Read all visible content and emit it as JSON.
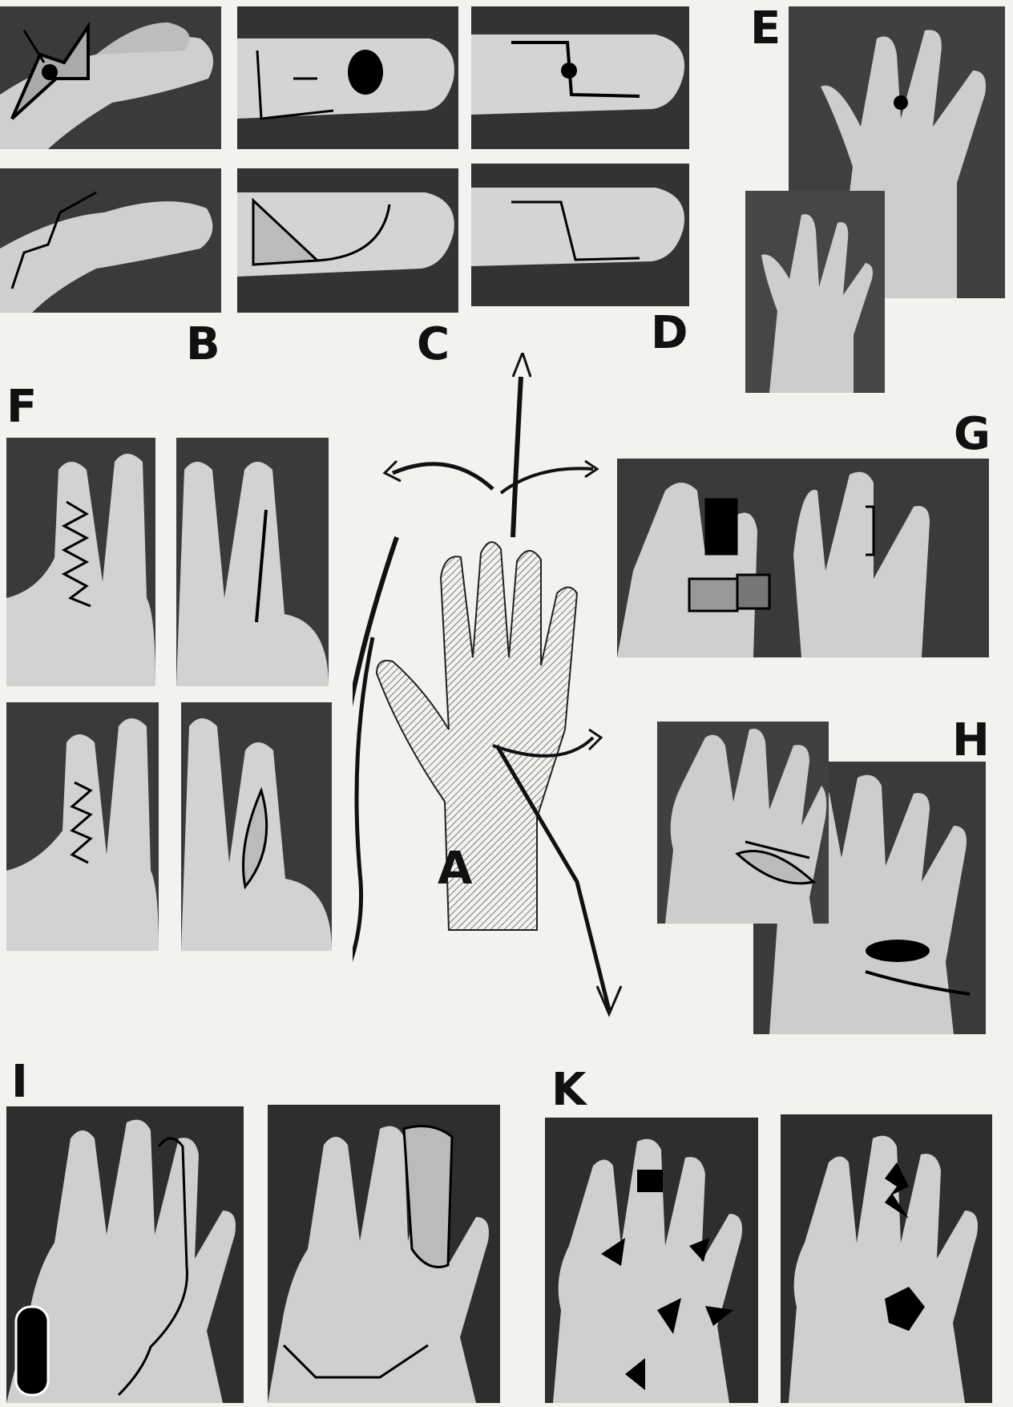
{
  "figure": {
    "labels": {
      "a": "A",
      "b": "B",
      "c": "C",
      "d": "D",
      "e": "E",
      "f": "F",
      "g": "G",
      "h": "H",
      "i": "I",
      "k": "K"
    }
  }
}
